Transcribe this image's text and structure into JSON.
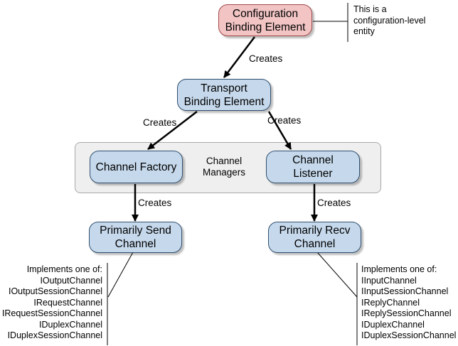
{
  "nodes": {
    "config": "Configuration\nBinding Element",
    "transport": "Transport\nBinding Element",
    "factory": "Channel Factory",
    "listener": "Channel\nListener",
    "send": "Primarily Send\nChannel",
    "recv": "Primarily Recv\nChannel"
  },
  "group_label": "Channel\nManagers",
  "edges": {
    "config_transport": "Creates",
    "transport_factory": "Creates",
    "transport_listener": "Creates",
    "factory_send": "Creates",
    "listener_recv": "Creates"
  },
  "annotations": {
    "config": "This is a\nconfiguration-level\nentity",
    "send": "Implements one of:\nIOutputChannel\nIOutputSessionChannel\nIRequestChannel\nIRequestSessionChannel\nIDuplexChannel\nIDuplexSessionChannel",
    "recv": "Implements one of:\nIInputChannel\nIInputSessionChannel\nIReplyChannel\nIReplySessionChannel\nIDuplexChannel\nIDuplexSessionChannel"
  },
  "colors": {
    "config_fill": "#f2c4c4",
    "node_fill": "#c6d9ec",
    "group_fill": "#efefef"
  }
}
